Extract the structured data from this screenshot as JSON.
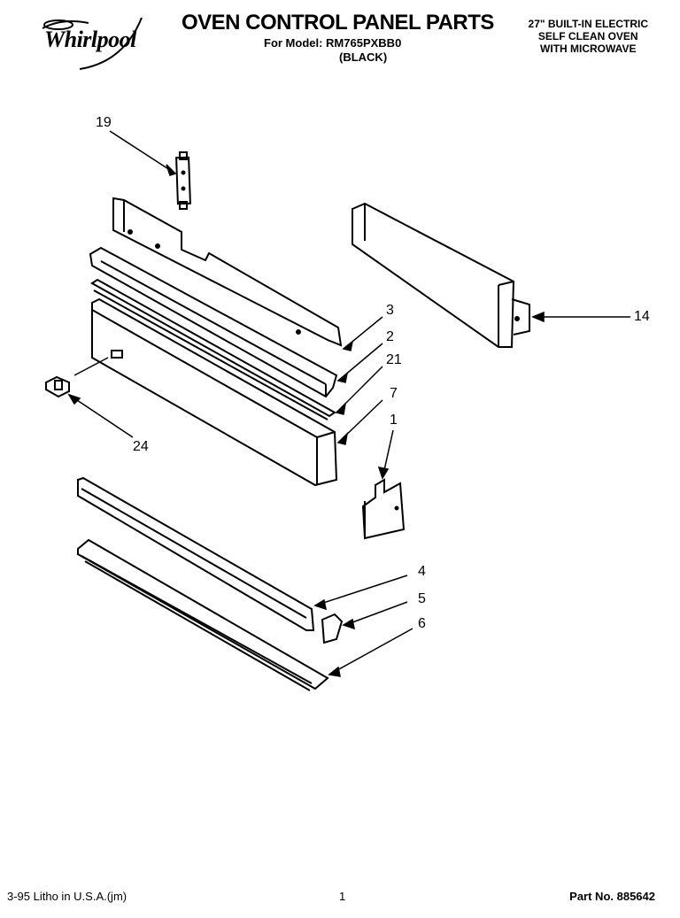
{
  "header": {
    "brand": "Whirlpool",
    "title": "OVEN CONTROL PANEL PARTS",
    "model_line": "For Model: RM765PXBB0",
    "color_line": "(BLACK)",
    "description": [
      "27\" BUILT-IN ELECTRIC",
      "SELF CLEAN OVEN",
      "WITH MICROWAVE"
    ]
  },
  "callouts": {
    "c19": "19",
    "c3": "3",
    "c2": "2",
    "c21": "21",
    "c7": "7",
    "c1": "1",
    "c14": "14",
    "c24": "24",
    "c4": "4",
    "c5": "5",
    "c6": "6"
  },
  "footer": {
    "left": "3-95 Litho in U.S.A.(jm)",
    "center": "1",
    "right": "Part No. 885642"
  }
}
